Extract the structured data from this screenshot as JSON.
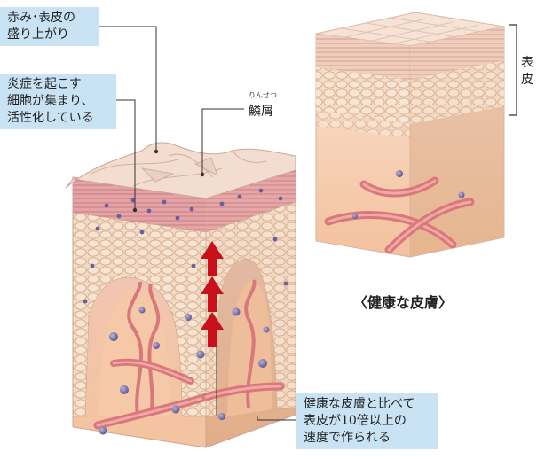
{
  "callouts": {
    "redness": "赤み･表皮の\n盛り上がり",
    "inflammation": "炎症を起こす\n細胞が集まり、\n活性化している",
    "speed": "健康な皮膚と比べて\n表皮が10倍以上の\n速度で作られる"
  },
  "labels": {
    "scale": "鱗屑",
    "scale_reading": "りんせつ",
    "epidermis": "表\n皮",
    "healthy_caption": "〈健康な皮膚〉"
  },
  "colors": {
    "callout_bg": "#c9e3f4",
    "arrow_red": "#c8101b",
    "skin_top": "#f4dcd0",
    "dermis": "#f4c6a4",
    "vessel": "#d9787a"
  }
}
